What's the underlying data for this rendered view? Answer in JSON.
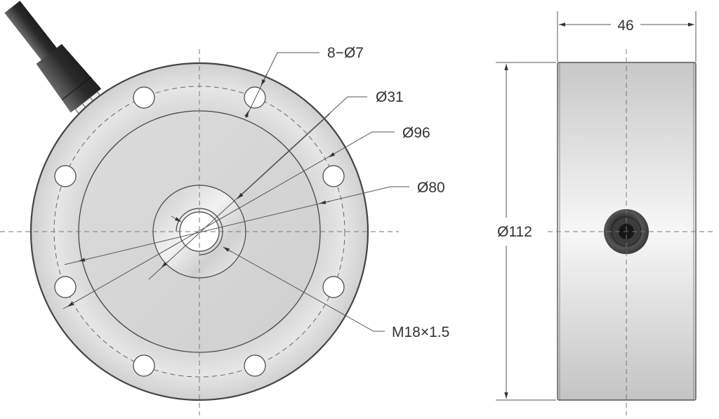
{
  "drawing": {
    "front_view": {
      "labels": {
        "bolt_holes": "8−Ø7",
        "hub_diameter": "Ø31",
        "bolt_circle": "Ø96",
        "inner_face": "Ø80",
        "thread": "M18×1.5"
      }
    },
    "side_view": {
      "labels": {
        "width": "46",
        "outer_diameter": "Ø112"
      }
    }
  },
  "colors": {
    "body_light": "#ececec",
    "body_mid": "#d4d4d4",
    "body_dark": "#bdbdbd",
    "outline": "#444444",
    "cable": "#222222",
    "dimension": "#555555"
  }
}
